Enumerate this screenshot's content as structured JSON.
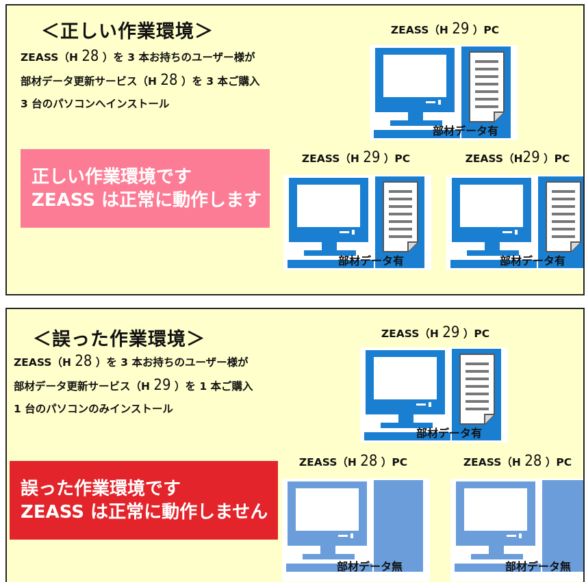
{
  "panel_correct": {
    "heading": "＜正しい作業環境＞",
    "desc": [
      {
        "a": "ZEASS（H ",
        "b": "28",
        "c": " ）を 3 本お持ちのユーザー様が"
      },
      {
        "a": "部材データ更新サービス（H ",
        "b": "28",
        "c": " ）を 3 本ご購入"
      },
      {
        "a": "3 台のパソコンへインストール",
        "b": "",
        "c": ""
      }
    ],
    "message": [
      "正しい作業環境です",
      "ZEASS は正常に動作します"
    ],
    "pcs": [
      {
        "label_a": "ZEASS（H ",
        "label_b": "29",
        "label_c": " ）PC",
        "caption": "部材データ有"
      },
      {
        "label_a": "ZEASS（H ",
        "label_b": "29",
        "label_c": " ）PC",
        "caption": "部材データ有"
      },
      {
        "label_a": "ZEASS（H",
        "label_b": "29",
        "label_c": " ）PC",
        "caption": "部材データ有"
      }
    ]
  },
  "panel_wrong": {
    "heading": "＜誤った作業環境＞",
    "desc": [
      {
        "a": "ZEASS（H ",
        "b": "28",
        "c": " ）を 3 本お持ちのユーザー様が"
      },
      {
        "a": "部材データ更新サービス（H ",
        "b": "29",
        "c": " ）を 1 本ご購入"
      },
      {
        "a": "1 台のパソコンのみインストール",
        "b": "",
        "c": ""
      }
    ],
    "message": [
      "誤った作業環境です",
      "ZEASS は正常に動作しません"
    ],
    "pcs": [
      {
        "label_a": "ZEASS（H ",
        "label_b": "29",
        "label_c": " ）PC",
        "caption": "部材データ有"
      },
      {
        "label_a": "ZEASS（H ",
        "label_b": "28",
        "label_c": " ）PC",
        "caption": "部材データ無"
      },
      {
        "label_a": "ZEASS（H ",
        "label_b": "28",
        "label_c": " ）PC",
        "caption": "部材データ無"
      }
    ]
  },
  "colors": {
    "panel_bg": "#ffffcc",
    "pc_active": "#1a7fd1",
    "pc_inactive": "#6b9ddb",
    "ok_banner": "#fd7c95",
    "ng_banner": "#e3242b"
  }
}
